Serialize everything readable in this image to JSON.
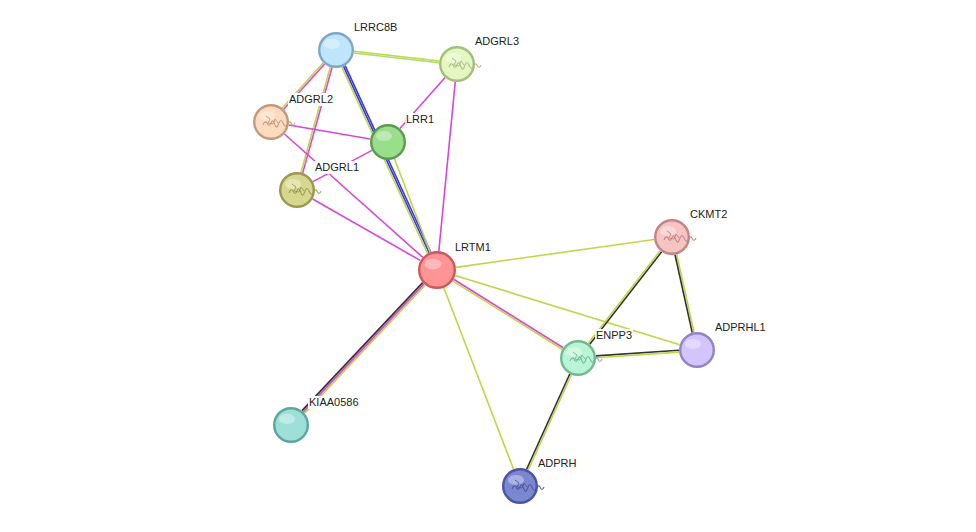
{
  "diagram": {
    "nodes": [
      {
        "text": [
          "LRRC8B"
        ]
      },
      {
        "text": [
          "ADGRL3"
        ]
      },
      {
        "text": [
          "ADGRL2"
        ]
      },
      {
        "text": [
          "LRR1"
        ]
      },
      {
        "text": [
          "ADGRL1"
        ]
      },
      {
        "text": [
          "CKMT2"
        ]
      },
      {
        "text": [
          "LRTM1"
        ]
      },
      {
        "text": [
          "ADPRHL1"
        ]
      },
      {
        "text": [
          "ENPP3"
        ]
      },
      {
        "text": [
          "KIAA0586"
        ]
      },
      {
        "text": [
          "ADPRH"
        ]
      }
    ],
    "edges": [
      {
        "from": 0,
        "to": 1,
        "arrow": "none"
      },
      {
        "from": 0,
        "to": 2,
        "arrow": "none"
      },
      {
        "from": 0,
        "to": 4,
        "arrow": "none"
      },
      {
        "from": 0,
        "to": 6,
        "arrow": "none"
      },
      {
        "from": 1,
        "to": 3,
        "arrow": "none"
      },
      {
        "from": 1,
        "to": 6,
        "arrow": "none"
      },
      {
        "from": 2,
        "to": 3,
        "arrow": "none"
      },
      {
        "from": 2,
        "to": 6,
        "arrow": "none"
      },
      {
        "from": 4,
        "to": 3,
        "arrow": "none"
      },
      {
        "from": 4,
        "to": 6,
        "arrow": "none"
      },
      {
        "from": 3,
        "to": 6,
        "arrow": "none"
      },
      {
        "from": 6,
        "to": 5,
        "arrow": "none"
      },
      {
        "from": 6,
        "to": 7,
        "arrow": "none"
      },
      {
        "from": 6,
        "to": 8,
        "arrow": "none"
      },
      {
        "from": 6,
        "to": 10,
        "arrow": "none"
      },
      {
        "from": 6,
        "to": 9,
        "arrow": "none"
      },
      {
        "from": 5,
        "to": 8,
        "arrow": "none"
      },
      {
        "from": 5,
        "to": 7,
        "arrow": "none"
      },
      {
        "from": 8,
        "to": 7,
        "arrow": "none"
      },
      {
        "from": 8,
        "to": 10,
        "arrow": "none"
      }
    ]
  }
}
